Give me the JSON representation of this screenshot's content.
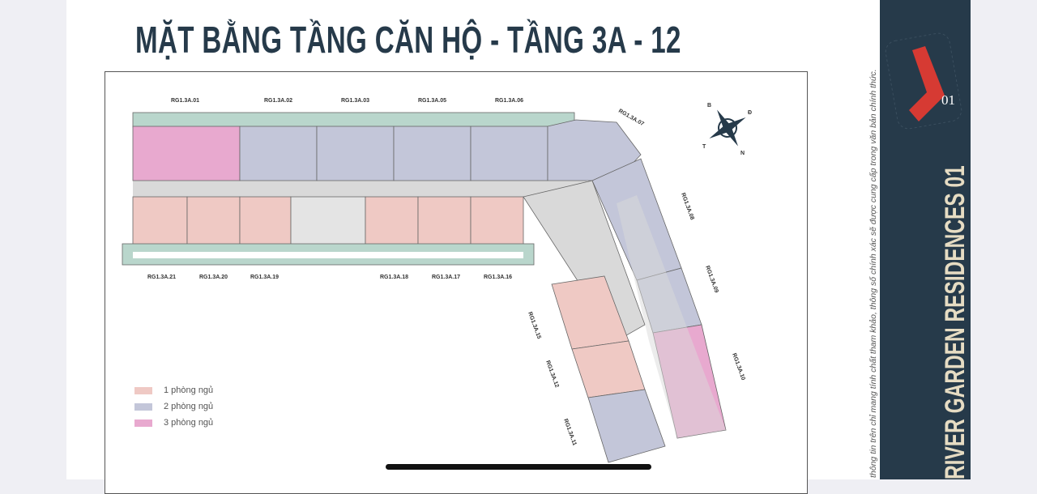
{
  "title": "MẶT BẰNG TẦNG CĂN HỘ - TẦNG 3A - 12",
  "sidebar": {
    "title": "RIVER GARDEN RESIDENCES 01",
    "badge": "01",
    "disclaimer": "thông tin trên chỉ mang tính chất tham khảo, thông số chính xác sẽ được cung cấp trong văn bản chính thức."
  },
  "units": {
    "u01": "RG1.3A.01",
    "u02": "RG1.3A.02",
    "u03": "RG1.3A.03",
    "u05": "RG1.3A.05",
    "u06": "RG1.3A.06",
    "u07": "RG1.3A.07",
    "u08": "RG1.3A.08",
    "u09": "RG1.3A.09",
    "u10": "RG1.3A.10",
    "u11": "RG1.3A.11",
    "u12": "RG1.3A.12",
    "u15": "RG1.3A.15",
    "u16": "RG1.3A.16",
    "u17": "RG1.3A.17",
    "u18": "RG1.3A.18",
    "u19": "RG1.3A.19",
    "u20": "RG1.3A.20",
    "u21": "RG1.3A.21"
  },
  "compass": {
    "n": "B",
    "e": "Đ",
    "s": "N",
    "w": "T"
  },
  "legend": [
    {
      "label": "1 phòng ngủ",
      "color": "#efc9c4"
    },
    {
      "label": "2 phòng ngủ",
      "color": "#c3c6d9"
    },
    {
      "label": "3 phòng ngủ",
      "color": "#e8a9cf"
    }
  ],
  "colors": {
    "sidebar": "#263a4a",
    "balcony": "#b9d6cc",
    "corridor": "#d9d9d9",
    "accent": "#d63a33"
  }
}
